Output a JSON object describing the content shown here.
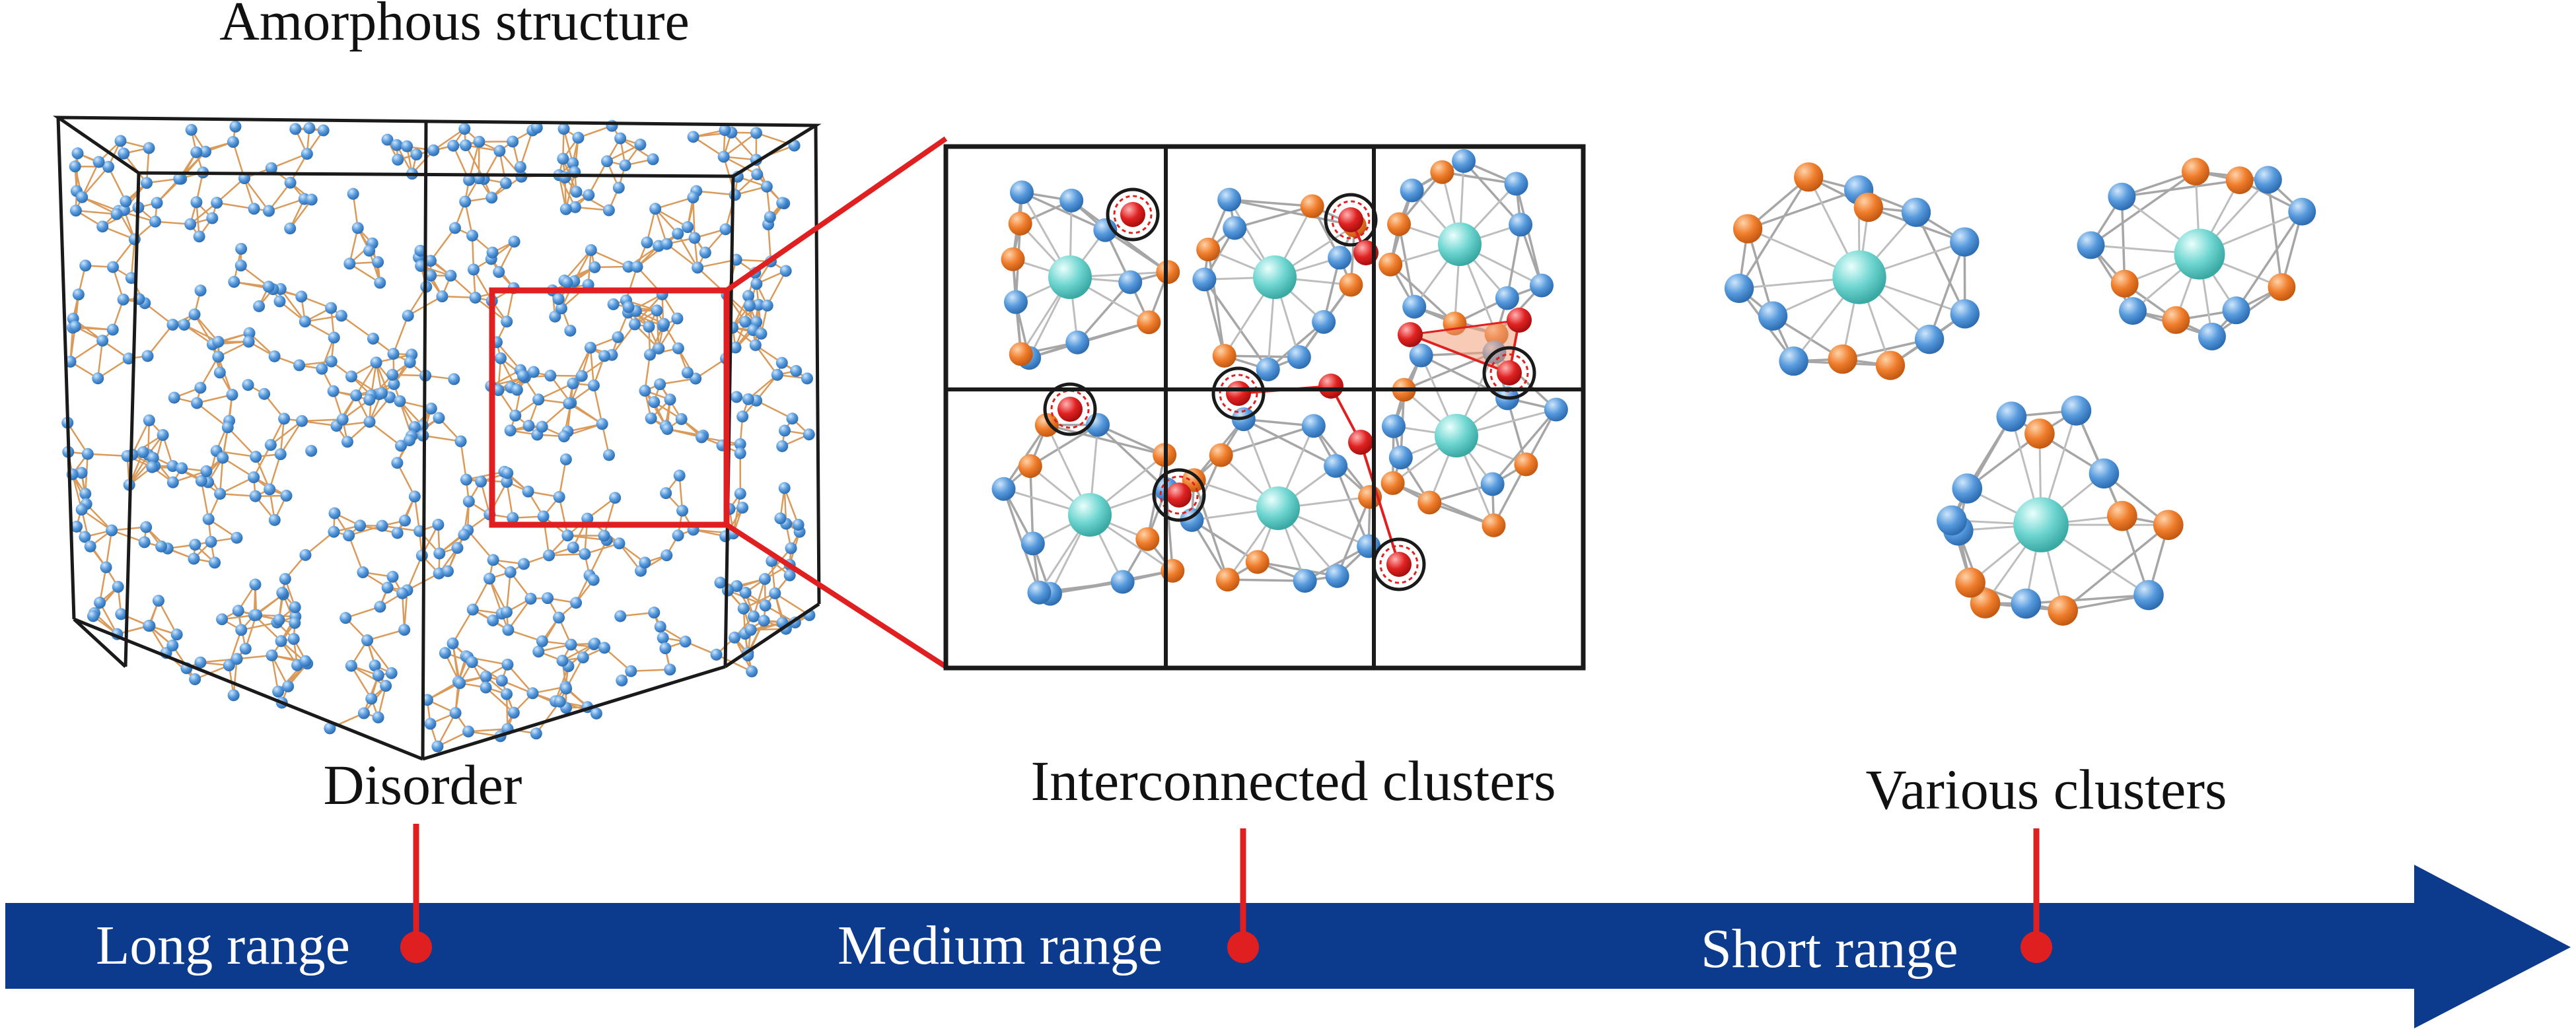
{
  "labels": {
    "amorphous_structure": "Amorphous structure",
    "disorder": "Disorder",
    "interconnected_clusters": "Interconnected clusters",
    "various_clusters": "Various clusters",
    "long_range": "Long range",
    "medium_range": "Medium range",
    "short_range": "Short range"
  },
  "colors": {
    "arrow": "#0c3a8c",
    "marker": "#e02020",
    "zoom_box": "#e02020",
    "atom_blue": "#4f93d8",
    "atom_orange": "#ec7a2c",
    "atom_center": "#6fd3cf",
    "atom_red": "#e02222",
    "bond_gray": "#a6a6a6",
    "bond_tan": "#d99a5a",
    "frame": "#1a1a1a",
    "text": "#111111"
  }
}
